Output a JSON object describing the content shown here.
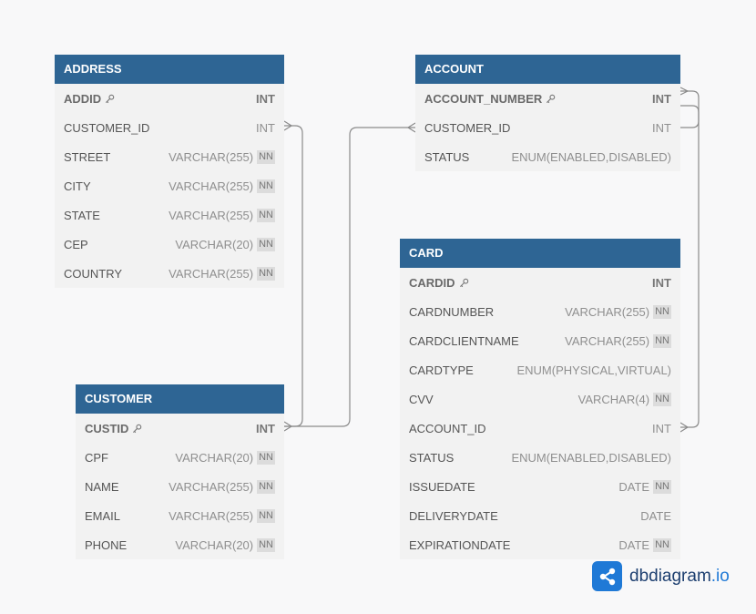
{
  "tables": {
    "address": {
      "title": "ADDRESS",
      "rows": [
        {
          "name": "ADDID",
          "type": "INT",
          "pk": true,
          "nn": false
        },
        {
          "name": "CUSTOMER_ID",
          "type": "INT",
          "pk": false,
          "nn": false
        },
        {
          "name": "STREET",
          "type": "VARCHAR(255)",
          "pk": false,
          "nn": true
        },
        {
          "name": "CITY",
          "type": "VARCHAR(255)",
          "pk": false,
          "nn": true
        },
        {
          "name": "STATE",
          "type": "VARCHAR(255)",
          "pk": false,
          "nn": true
        },
        {
          "name": "CEP",
          "type": "VARCHAR(20)",
          "pk": false,
          "nn": true
        },
        {
          "name": "COUNTRY",
          "type": "VARCHAR(255)",
          "pk": false,
          "nn": true
        }
      ]
    },
    "account": {
      "title": "ACCOUNT",
      "rows": [
        {
          "name": "ACCOUNT_NUMBER",
          "type": "INT",
          "pk": true,
          "nn": false
        },
        {
          "name": "CUSTOMER_ID",
          "type": "INT",
          "pk": false,
          "nn": false
        },
        {
          "name": "STATUS",
          "type": "ENUM(ENABLED,DISABLED)",
          "pk": false,
          "nn": false
        }
      ]
    },
    "card": {
      "title": "CARD",
      "rows": [
        {
          "name": "CARDID",
          "type": "INT",
          "pk": true,
          "nn": false
        },
        {
          "name": "CARDNUMBER",
          "type": "VARCHAR(255)",
          "pk": false,
          "nn": true
        },
        {
          "name": "CARDCLIENTNAME",
          "type": "VARCHAR(255)",
          "pk": false,
          "nn": true
        },
        {
          "name": "CARDTYPE",
          "type": "ENUM(PHYSICAL,VIRTUAL)",
          "pk": false,
          "nn": false
        },
        {
          "name": "CVV",
          "type": "VARCHAR(4)",
          "pk": false,
          "nn": true
        },
        {
          "name": "ACCOUNT_ID",
          "type": "INT",
          "pk": false,
          "nn": false
        },
        {
          "name": "STATUS",
          "type": "ENUM(ENABLED,DISABLED)",
          "pk": false,
          "nn": false
        },
        {
          "name": "ISSUEDATE",
          "type": "DATE",
          "pk": false,
          "nn": true
        },
        {
          "name": "DELIVERYDATE",
          "type": "DATE",
          "pk": false,
          "nn": false
        },
        {
          "name": "EXPIRATIONDATE",
          "type": "DATE",
          "pk": false,
          "nn": true
        }
      ]
    },
    "customer": {
      "title": "CUSTOMER",
      "rows": [
        {
          "name": "CUSTID",
          "type": "INT",
          "pk": true,
          "nn": false
        },
        {
          "name": "CPF",
          "type": "VARCHAR(20)",
          "pk": false,
          "nn": true
        },
        {
          "name": "NAME",
          "type": "VARCHAR(255)",
          "pk": false,
          "nn": true
        },
        {
          "name": "EMAIL",
          "type": "VARCHAR(255)",
          "pk": false,
          "nn": true
        },
        {
          "name": "PHONE",
          "type": "VARCHAR(20)",
          "pk": false,
          "nn": true
        }
      ]
    }
  },
  "nn_label": "NN",
  "logo": {
    "main": "dbdiagram",
    "suffix": ".io"
  },
  "colors": {
    "header": "#2e6594",
    "line": "#8a8a8a",
    "logo": "#1f79d6"
  }
}
